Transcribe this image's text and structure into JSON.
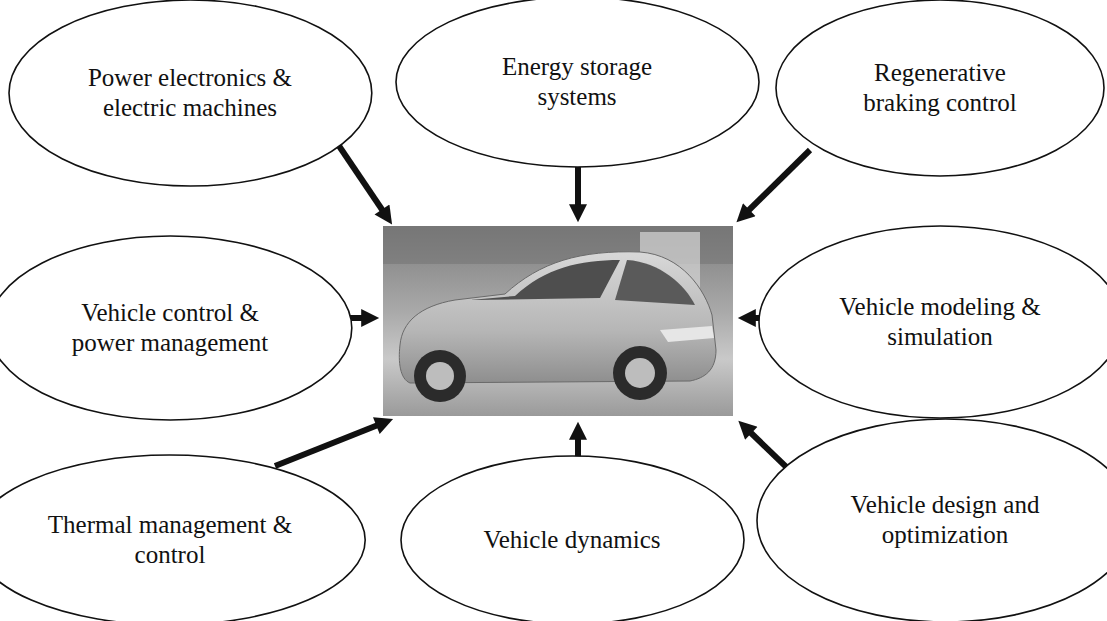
{
  "diagram": {
    "nodes": [
      {
        "text": [
          "Power electronics & electric machines"
        ]
      },
      {
        "text": [
          "Energy storage systems"
        ]
      },
      {
        "text": [
          "Regenerative braking control"
        ]
      },
      {
        "text": [
          "Vehicle control & power management"
        ]
      },
      {
        "text": [
          "Vehicle modeling & simulation"
        ]
      },
      {
        "text": [
          "Thermal management & control"
        ]
      },
      {
        "text": [
          "Vehicle dynamics"
        ]
      },
      {
        "text": [
          "Vehicle design and optimization"
        ]
      }
    ]
  }
}
